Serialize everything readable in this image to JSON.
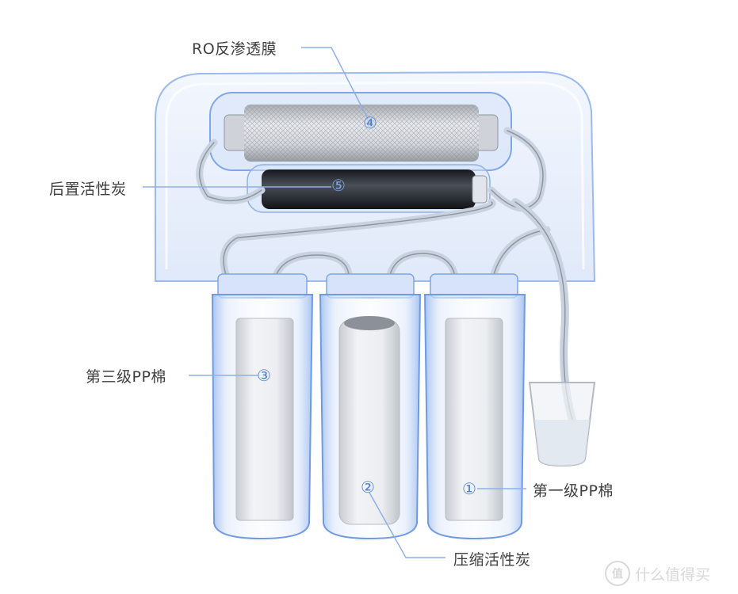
{
  "labels": {
    "ro_membrane": "RO反渗透膜",
    "post_carbon": "后置活性炭",
    "pp_stage3": "第三级PP棉",
    "pp_stage1": "第一级PP棉",
    "compressed_carbon": "压缩活性炭"
  },
  "markers": {
    "m1": "①",
    "m2": "②",
    "m3": "③",
    "m4": "④",
    "m5": "⑤"
  },
  "watermark": {
    "badge": "值",
    "text": "什么值得买"
  },
  "colors": {
    "housing_blue": "#a9c6f2",
    "outline_blue": "#6f9be3",
    "leader_line": "#8fb0e6",
    "cartridge_gray": "#e4e7ec",
    "carbon_dark": "#2b2f36",
    "marker_blue": "#4d7fd9",
    "label_text": "#3f3f3f"
  }
}
